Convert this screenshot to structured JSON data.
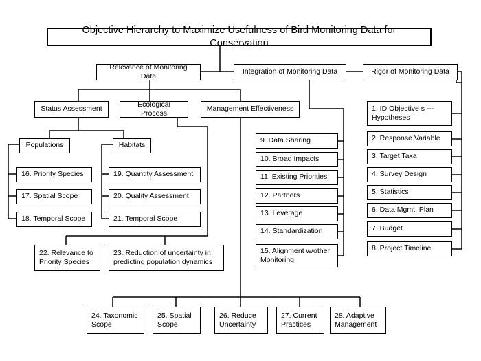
{
  "title": "Objective Hierarchy to Maximize Usefulness of Bird Monitoring Data for Conservation",
  "categories": {
    "relevance": "Relevance of Monitoring Data",
    "integration": "Integration of Monitoring Data",
    "rigor": "Rigor of Monitoring Data"
  },
  "subcategories": {
    "status": "Status Assessment",
    "ecological": "Ecological Process",
    "management": "Management Effectiveness",
    "populations": "Populations",
    "habitats": "Habitats"
  },
  "objectives": {
    "o1": "1. ID Objective s --- Hypotheses",
    "o2": "2. Response Variable",
    "o3": "3. Target Taxa",
    "o4": "4. Survey Design",
    "o5": "5. Statistics",
    "o6": "6. Data Mgmt. Plan",
    "o7": "7. Budget",
    "o8": "8. Project Timeline",
    "o9": "9. Data Sharing",
    "o10": "10. Broad Impacts",
    "o11": "11. Existing Priorities",
    "o12": "12. Partners",
    "o13": "13. Leverage",
    "o14": "14. Standardization",
    "o15": "15. Alignment w/other Monitoring",
    "o16": "16. Priority Species",
    "o17": "17. Spatial Scope",
    "o18": "18. Temporal Scope",
    "o19": "19. Quantity Assessment",
    "o20": "20. Quality Assessment",
    "o21": "21. Temporal Scope",
    "o22": "22. Relevance to Priority Species",
    "o23": "23. Reduction of uncertainty in predicting population dynamics",
    "o24": "24. Taxonomic Scope",
    "o25": "25. Spatial Scope",
    "o26": "26. Reduce Uncertainty",
    "o27": "27. Current Practices",
    "o28": "28. Adaptive Management"
  }
}
